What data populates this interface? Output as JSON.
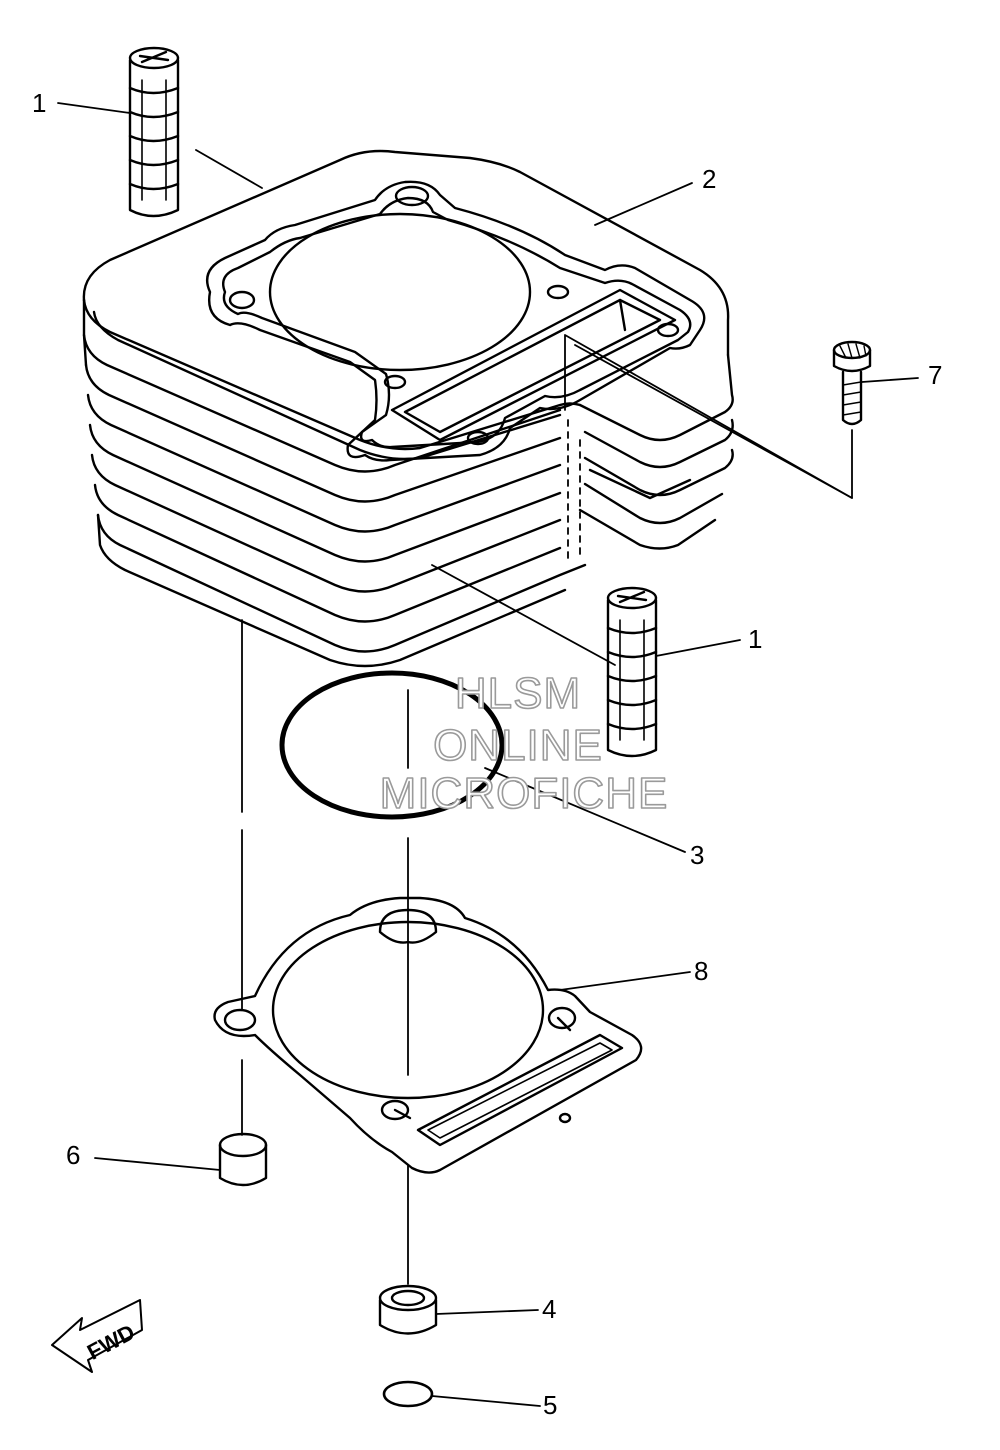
{
  "diagram": {
    "callouts": [
      {
        "key": "c1a",
        "text": "1"
      },
      {
        "key": "c2",
        "text": "2"
      },
      {
        "key": "c7",
        "text": "7"
      },
      {
        "key": "c1b",
        "text": "1"
      },
      {
        "key": "c3",
        "text": "3"
      },
      {
        "key": "c8",
        "text": "8"
      },
      {
        "key": "c6",
        "text": "6"
      },
      {
        "key": "c4",
        "text": "4"
      },
      {
        "key": "c5",
        "text": "5"
      }
    ],
    "fwd_label": "FWD",
    "watermark": [
      "HLSM",
      "ONLINE",
      "MICROFICHE"
    ]
  }
}
